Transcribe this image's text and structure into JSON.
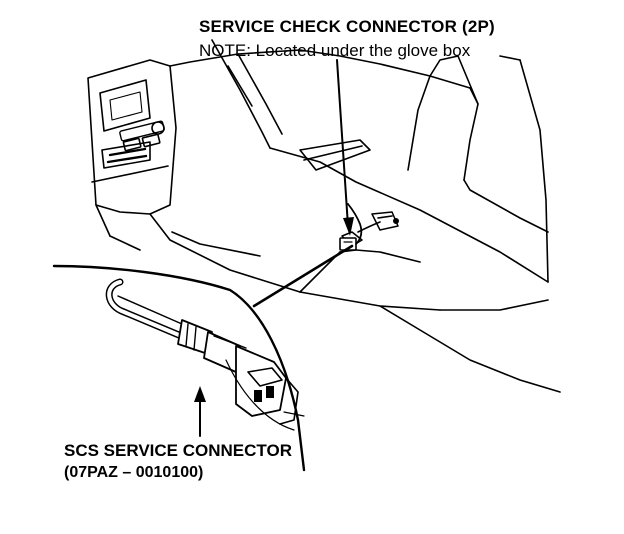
{
  "labels": {
    "service_check_connector": "SERVICE CHECK CONNECTOR (2P)",
    "note": "NOTE:  Located under the glove box",
    "scs_service_connector": "SCS SERVICE CONNECTOR",
    "scs_part_number": "(07PAZ – 0010100)"
  },
  "colors": {
    "ink": "#000000",
    "paper": "#ffffff"
  }
}
